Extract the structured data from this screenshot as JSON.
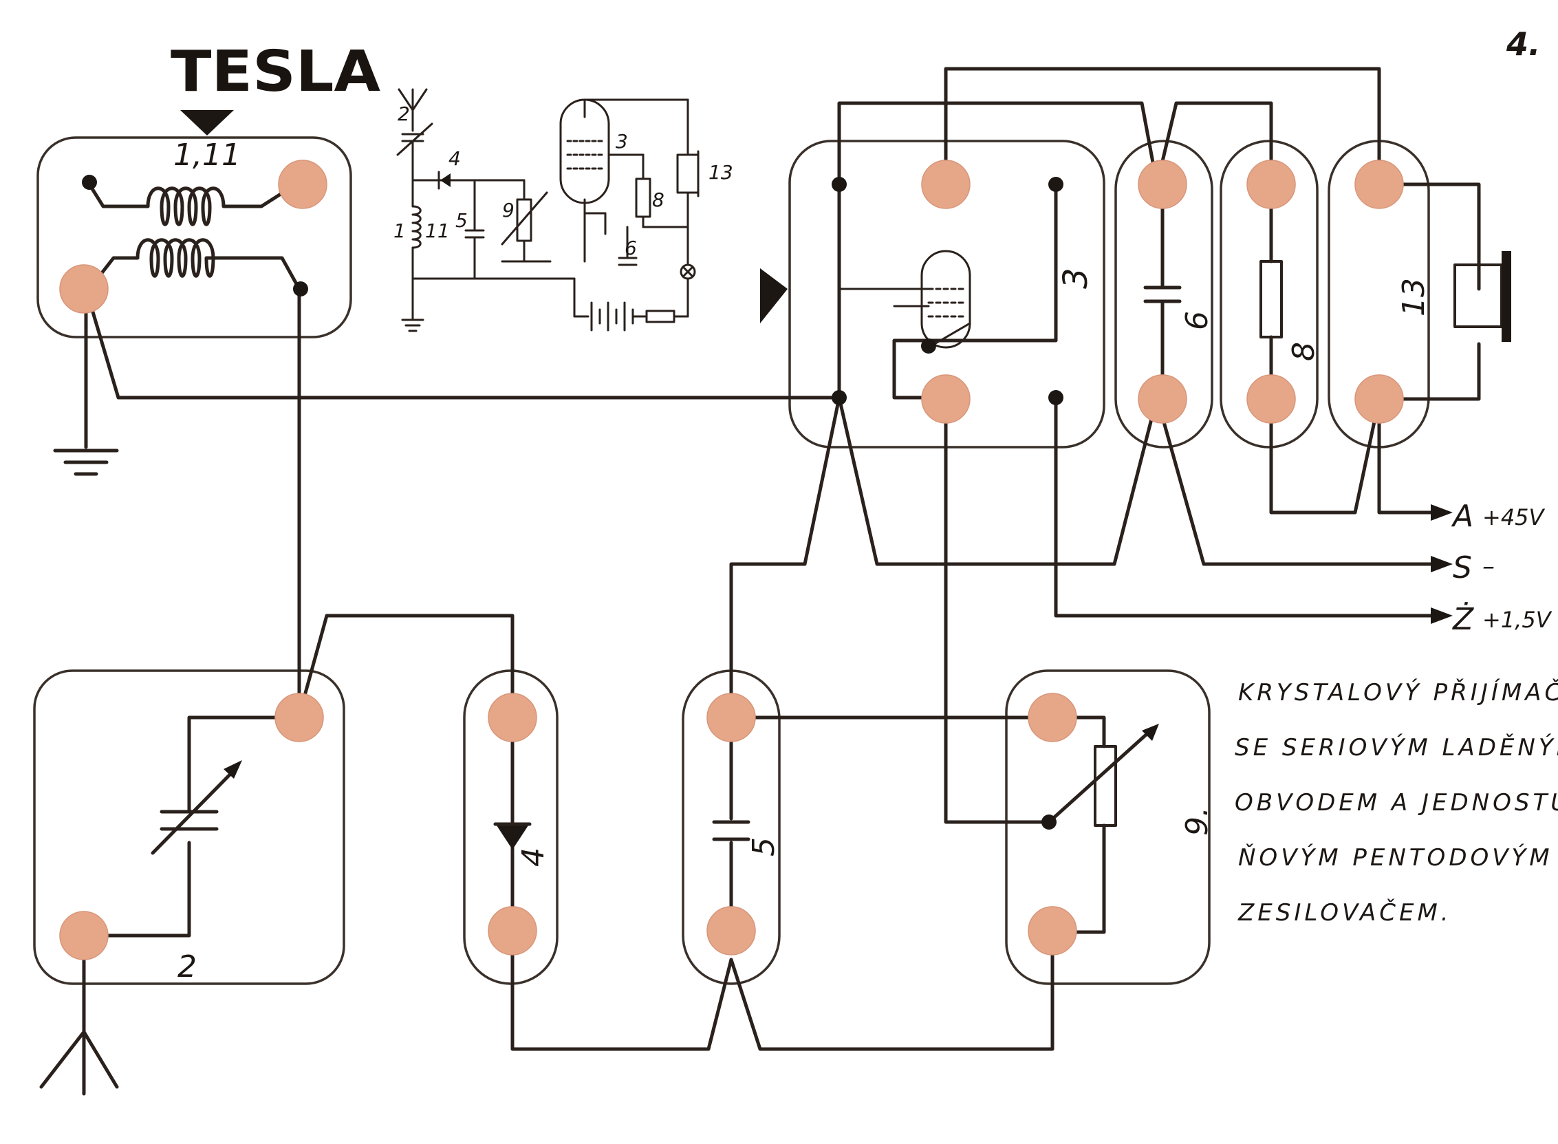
{
  "page_number": "4.",
  "logo": "TESLA",
  "labels": {
    "coil": "1,11",
    "capacitor_var": "2",
    "tube": "3",
    "diode": "4",
    "capacitor_5": "5",
    "capacitor_6": "6",
    "resistor": "8",
    "potentiometer": "9.",
    "headphones": "13"
  },
  "schematic_labels": {
    "c2": "2",
    "d4": "4",
    "c5": "5",
    "coil": "1",
    "coil2": "11",
    "pot": "9",
    "tube": "3",
    "r8": "8",
    "c6": "6",
    "phones": "13"
  },
  "supply": {
    "a": {
      "letter": "A",
      "value": "+45V"
    },
    "s": {
      "letter": "S",
      "value": "–"
    },
    "z": {
      "letter": "Ż",
      "value": "+1,5V"
    }
  },
  "caption": [
    "KRYSTALOVÝ PŘIJÍMAČ",
    "SE SERIOVÝM LADĚNÝM",
    "OBVODEM A JEDNOSTUP-",
    "ŇOVÝM PENTODOVÝM",
    "ZESILOVAČEM."
  ],
  "colors": {
    "ink": "#1d1714",
    "pad": "#e6a688",
    "paper": "#ffffff"
  }
}
